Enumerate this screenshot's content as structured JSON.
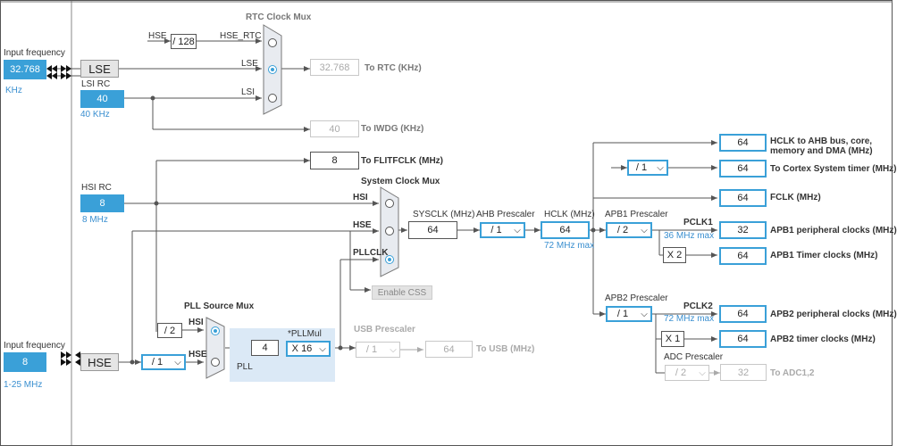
{
  "oscillators": {
    "lse": {
      "input_label": "Input frequency",
      "value": "32.768",
      "unit": "KHz",
      "name": "LSE"
    },
    "lsi": {
      "title": "LSI RC",
      "value": "40",
      "freq": "40 KHz"
    },
    "hsi": {
      "title": "HSI RC",
      "value": "8",
      "freq": "8 MHz"
    },
    "hse": {
      "input_label": "Input frequency",
      "value": "8",
      "range": "1-25 MHz",
      "name": "HSE"
    }
  },
  "rtc": {
    "title": "RTC Clock Mux",
    "hse_label": "HSE",
    "div": "/ 128",
    "hse_rtc": "HSE_RTC",
    "in_lse": "LSE",
    "in_lsi": "LSI",
    "out_value": "32.768",
    "out_label": "To RTC (KHz)"
  },
  "iwdg": {
    "value": "40",
    "label": "To IWDG (KHz)"
  },
  "flitf": {
    "value": "8",
    "label": "To FLITFCLK (MHz)"
  },
  "sysmux": {
    "title": "System Clock Mux",
    "hsi": "HSI",
    "hse": "HSE",
    "pllclk": "PLLCLK",
    "css": "Enable CSS"
  },
  "sysclk": {
    "label": "SYSCLK (MHz)",
    "value": "64"
  },
  "ahb": {
    "label": "AHB Prescaler",
    "value": "/ 1"
  },
  "hclk": {
    "label": "HCLK (MHz)",
    "value": "64",
    "max": "72 MHz max"
  },
  "apb1": {
    "label": "APB1 Prescaler",
    "value": "/ 2",
    "pclk": "PCLK1",
    "max": "36 MHz max",
    "timer_mult": "X 2"
  },
  "apb2": {
    "label": "APB2 Prescaler",
    "value": "/ 1",
    "pclk": "PCLK2",
    "max": "72 MHz max",
    "timer_mult": "X 1"
  },
  "adc": {
    "label": "ADC Prescaler",
    "value": "/ 2",
    "out": "32",
    "out_label": "To ADC1,2"
  },
  "cortex_div": "/ 1",
  "outputs": [
    {
      "value": "64",
      "label": "HCLK to AHB bus, core, memory and DMA (MHz)"
    },
    {
      "value": "64",
      "label": "To Cortex System timer (MHz)"
    },
    {
      "value": "64",
      "label": "FCLK (MHz)"
    },
    {
      "value": "32",
      "label": "APB1 peripheral clocks (MHz)"
    },
    {
      "value": "64",
      "label": "APB1 Timer clocks (MHz)"
    },
    {
      "value": "64",
      "label": "APB2 peripheral clocks (MHz)"
    },
    {
      "value": "64",
      "label": "APB2 timer clocks (MHz)"
    }
  ],
  "pll": {
    "src_title": "PLL Source Mux",
    "hsi_div": "/ 2",
    "src_hsi": "HSI",
    "src_hse": "HSE",
    "hse_prediv": "/ 1",
    "value": "4",
    "label": "PLL",
    "mul_label": "*PLLMul",
    "mul_value": "X 16"
  },
  "usb": {
    "label": "USB Prescaler",
    "value": "/ 1",
    "out": "64",
    "out_label": "To USB (MHz)"
  },
  "colors": {
    "accent": "#3aa0d8",
    "line": "#555555",
    "disabled": "#c8c8c8",
    "pll_bg": "#dbe9f6"
  }
}
